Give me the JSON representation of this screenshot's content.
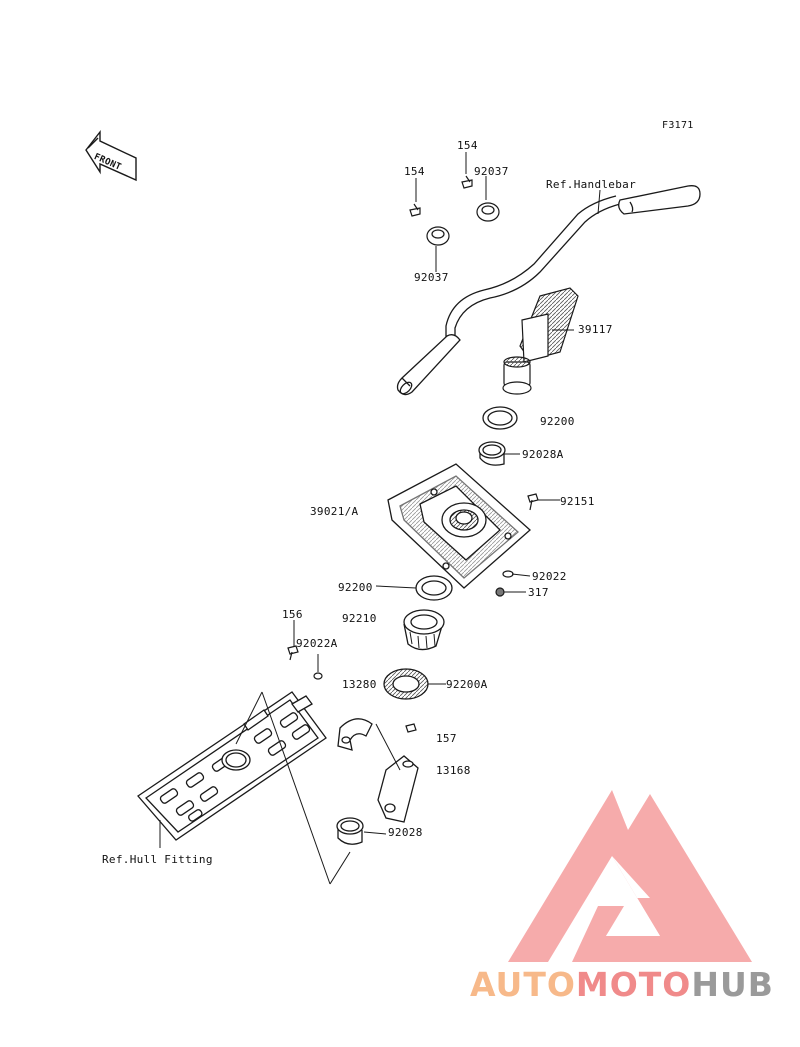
{
  "figure_code": "F3171",
  "front_label": "FRONT",
  "labels": {
    "bolt_154_right": "154",
    "bolt_154_left": "154",
    "holder_92037_right": "92037",
    "holder_92037_left": "92037",
    "ref_handlebar": "Ref.Handlebar",
    "grip_39117": "39117",
    "bushing_92200_top": "92200",
    "bushing_92028a": "92028A",
    "cover_39021a": "39021/A",
    "bolt_92151": "92151",
    "bushing_92200_mid": "92200",
    "washer_92022": "92022",
    "nut_317": "317",
    "bearing_92210": "92210",
    "bolt_156": "156",
    "washer_92022a": "92022A",
    "plate_13280": "13280",
    "bushing_92200a": "92200A",
    "bolt_157": "157",
    "arm_13168": "13168",
    "bushing_92028": "92028",
    "ref_hull_fitting": "Ref.Hull Fitting"
  },
  "watermark": {
    "part_auto": "AUTO",
    "part_moto": "MOTO",
    "part_hub": "HUB",
    "color_auto": "#f7b98a",
    "color_moto": "#f08a8a",
    "color_hub": "#9a9a9a",
    "color_mark": "#f07f7f"
  },
  "line_color": "#1a1a1a"
}
